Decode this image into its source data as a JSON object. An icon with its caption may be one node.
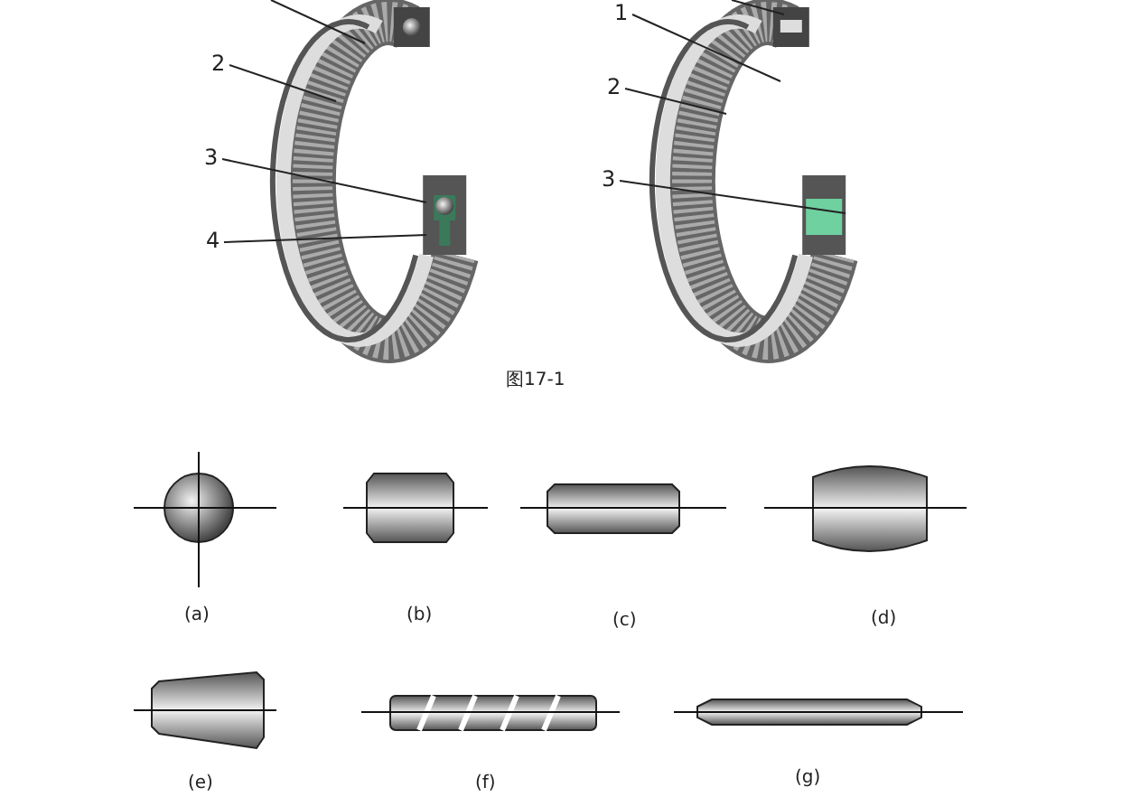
{
  "diagram": {
    "nodes": [
      {
        "text": [
          "2"
        ]
      },
      {
        "text": [
          "3"
        ]
      },
      {
        "text": [
          "4"
        ]
      },
      {
        "text": [
          "1"
        ]
      },
      {
        "text": [
          "2"
        ]
      },
      {
        "text": [
          "3"
        ]
      }
    ],
    "edges": [
      {
        "from": 0,
        "to": null,
        "arrow": "none"
      },
      {
        "from": 1,
        "to": null,
        "arrow": "none"
      },
      {
        "from": 2,
        "to": null,
        "arrow": "none"
      },
      {
        "from": 3,
        "to": null,
        "arrow": "none"
      },
      {
        "from": 4,
        "to": null,
        "arrow": "none"
      },
      {
        "from": 5,
        "to": null,
        "arrow": "none"
      }
    ],
    "labels": [
      "图17-1",
      "(a)",
      "(b)",
      "(c)",
      "(d)",
      "(e)",
      "(f)",
      "(g)"
    ]
  }
}
